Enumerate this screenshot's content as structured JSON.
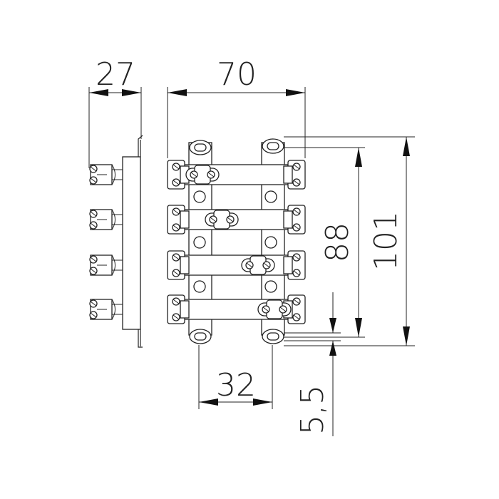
{
  "dimensions": {
    "depth": "27",
    "width": "70",
    "spacing": "32",
    "inner_height": "88",
    "total_height": "101",
    "hole": "5,5"
  },
  "rows": [
    {
      "row": 1,
      "connector": "left"
    },
    {
      "row": 2,
      "connector": "center-left"
    },
    {
      "row": 3,
      "connector": "center-right"
    },
    {
      "row": 4,
      "connector": "right"
    }
  ],
  "colors": {
    "line": "#222222",
    "background": "#ffffff"
  }
}
